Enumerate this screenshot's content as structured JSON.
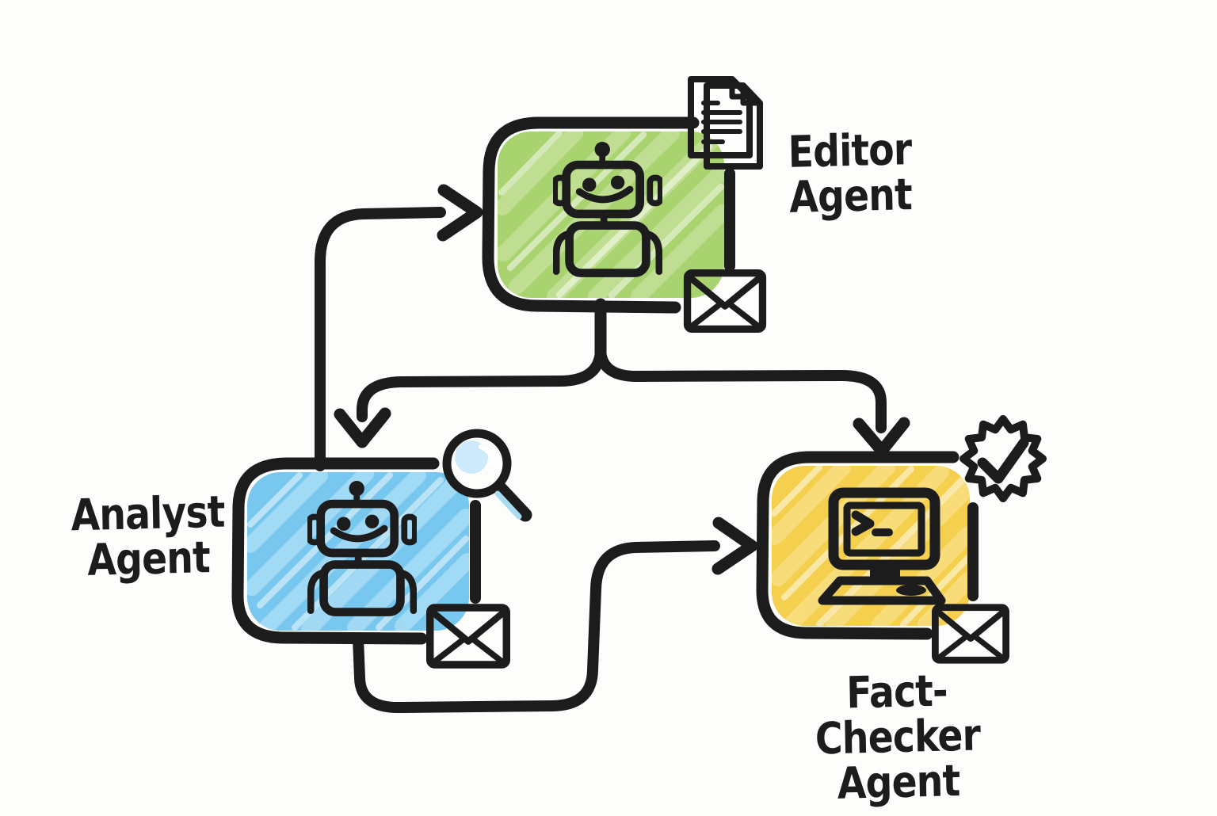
{
  "canvas": {
    "background": "#fdfdfc",
    "ink": "#1c1c1c"
  },
  "nodes": {
    "editor": {
      "label": "Editor Agent",
      "line1": "Editor",
      "line2": "Agent",
      "fill": "#a8d36e",
      "icons": [
        "robot-icon",
        "document-icon",
        "envelope-icon"
      ]
    },
    "analyst": {
      "label": "Analyst Agent",
      "line1": "Analyst",
      "line2": "Agent",
      "fill": "#77c7ee",
      "icons": [
        "robot-icon",
        "magnifier-icon",
        "envelope-icon"
      ]
    },
    "fact_checker": {
      "label": "Fact-Checker Agent",
      "line1": "Fact-Checker",
      "line2": "Agent",
      "fill": "#f5d04e",
      "icons": [
        "terminal-icon",
        "verified-badge-icon",
        "envelope-icon"
      ]
    }
  },
  "edges": [
    {
      "from": "analyst",
      "to": "editor"
    },
    {
      "from": "editor",
      "to": "analyst"
    },
    {
      "from": "editor",
      "to": "fact_checker"
    },
    {
      "from": "analyst",
      "to": "fact_checker"
    }
  ]
}
